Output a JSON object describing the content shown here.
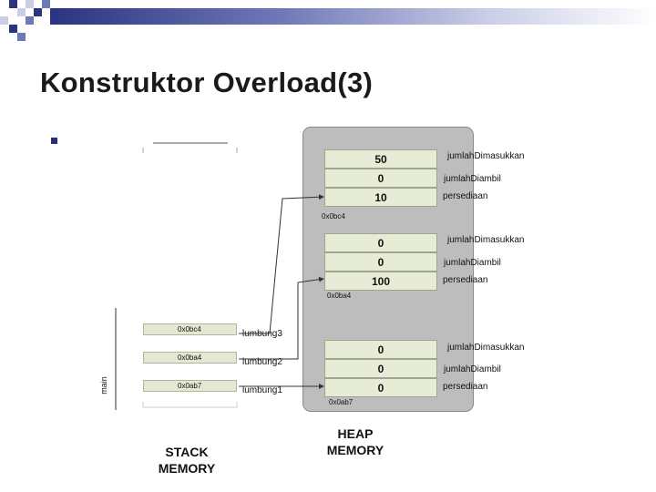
{
  "slide": {
    "title": "Konstruktor Overload(3)"
  },
  "diagram": {
    "heap_label_1": "HEAP",
    "heap_label_2": "MEMORY",
    "stack_label_1": "STACK",
    "stack_label_2": "MEMORY",
    "main_label": "main",
    "objects": [
      {
        "address": "0x0bc4",
        "fields": [
          {
            "name": "jumlahDimasukkan",
            "value": "50"
          },
          {
            "name": "jumlahDiambil",
            "value": "0"
          },
          {
            "name": "persediaan",
            "value": "10"
          }
        ]
      },
      {
        "address": "0x0ba4",
        "fields": [
          {
            "name": "jumlahDimasukkan",
            "value": "0"
          },
          {
            "name": "jumlahDiambil",
            "value": "0"
          },
          {
            "name": "persediaan",
            "value": "100"
          }
        ]
      },
      {
        "address": "0x0ab7",
        "fields": [
          {
            "name": "jumlahDimasukkan",
            "value": "0"
          },
          {
            "name": "jumlahDiambil",
            "value": "0"
          },
          {
            "name": "persediaan",
            "value": "0"
          }
        ]
      }
    ],
    "stack_vars": [
      {
        "name": "lumbung3",
        "value": "0x0bc4"
      },
      {
        "name": "lumbung2",
        "value": "0x0ba4"
      },
      {
        "name": "lumbung1",
        "value": "0x0ab7"
      }
    ]
  },
  "colors": {
    "header_dark": "#2a3480",
    "heap_bg": "#bdbdbd",
    "cell_bg": "#e7ecd7"
  }
}
